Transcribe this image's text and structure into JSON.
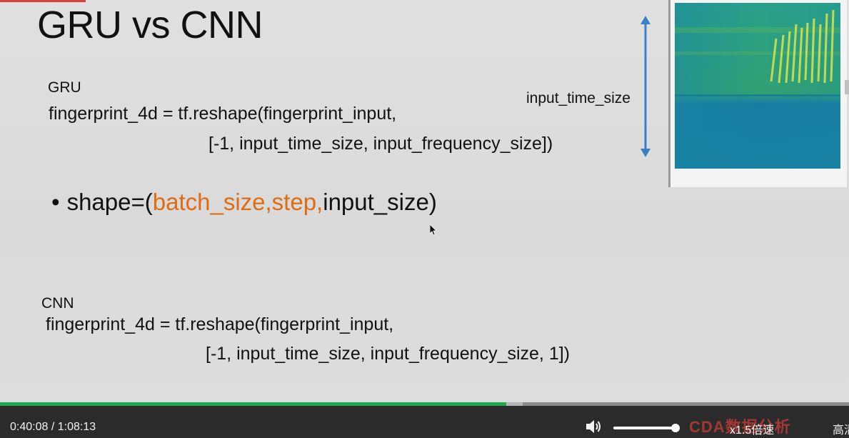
{
  "slide": {
    "title": "GRU vs CNN",
    "gru": {
      "label": "GRU",
      "code_line1": "fingerprint_4d = tf.reshape(fingerprint_input,",
      "code_line2": "[-1, input_time_size, input_frequency_size])"
    },
    "bullet": {
      "marker": "•",
      "prefix": "shape=(",
      "highlight": "batch_size,step,",
      "suffix": "input_size)"
    },
    "cnn": {
      "label": "CNN",
      "code_line1": "fingerprint_4d = tf.reshape(fingerprint_input,",
      "code_line2": "[-1, input_time_size, input_frequency_size, 1])"
    },
    "axis_label": "input_time_size",
    "icons": {
      "arrow": "double-vertical-arrow-icon",
      "cursor": "mouse-pointer-icon",
      "spectrogram": "spectrogram-image"
    },
    "colors": {
      "highlight": "#e06b12",
      "arrow": "#3a7fc4",
      "progress": "#1ca84f"
    }
  },
  "player": {
    "current_time": "0:40:08",
    "separator": " / ",
    "duration": "1:08:13",
    "progress_fraction": 0.596,
    "volume_fraction": 0.95,
    "speed_label": "x1.5倍速",
    "quality_label": "高清",
    "logo_text": "CDA数据分析",
    "icons": {
      "volume": "volume-icon"
    }
  }
}
